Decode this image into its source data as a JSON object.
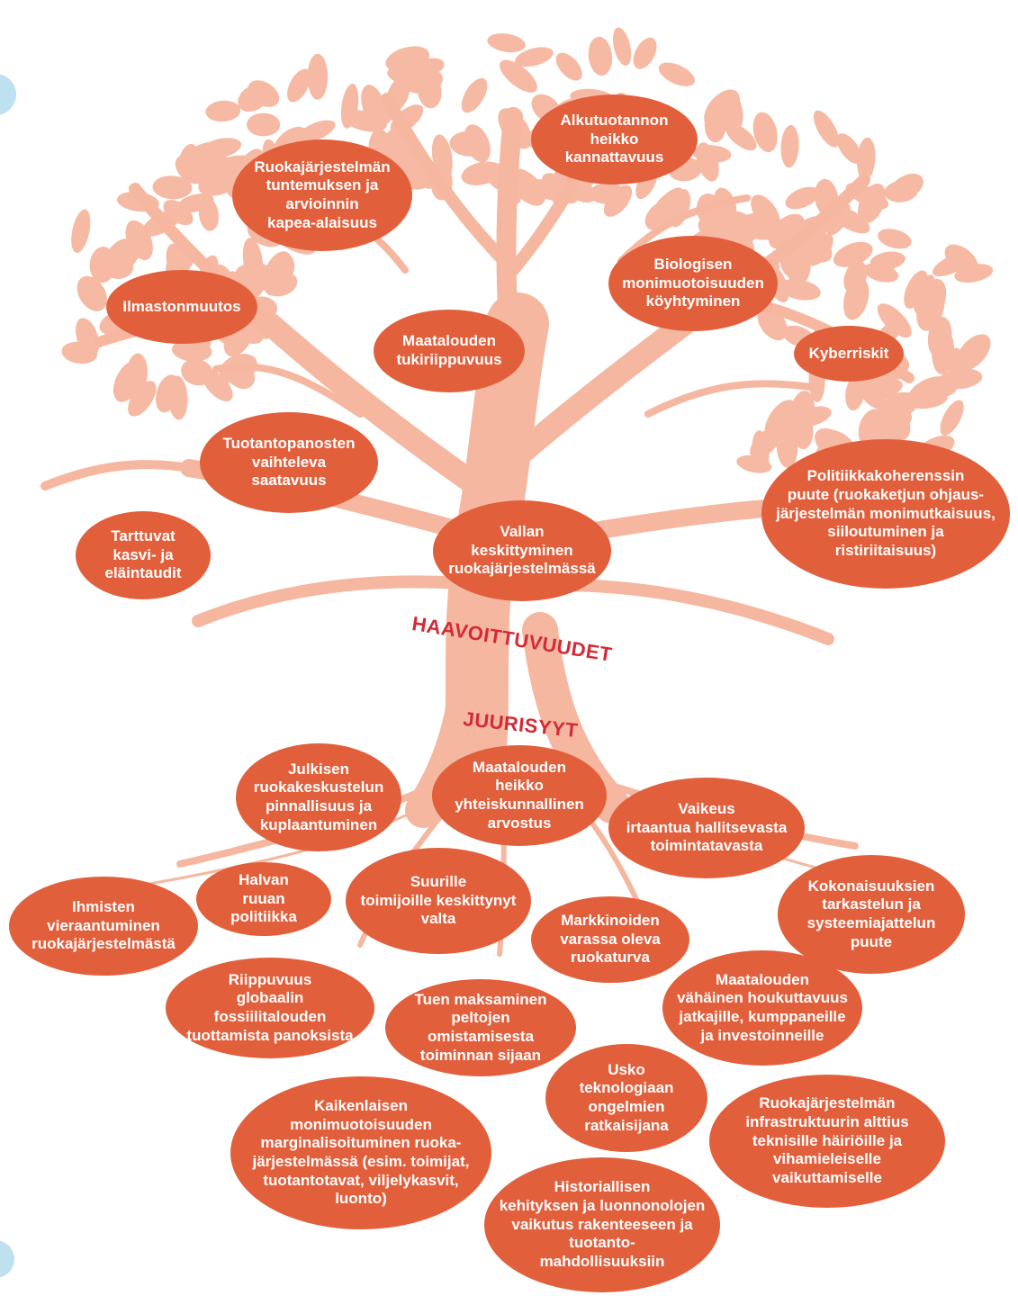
{
  "labels": {
    "vulnerabilities": "HAAVOITTUVUUDET",
    "root_causes": "JUURISYYT"
  },
  "vulnerabilities": [
    {
      "text": "Alkutuotannon\nheikko\nkannattavuus"
    },
    {
      "text": "Ruokajärjestelmän\ntuntemuksen ja\narvioinnin\nkapea-alaisuus"
    },
    {
      "text": "Biologisen\nmonimuotoisuuden\nköyhtyminen"
    },
    {
      "text": "Ilmastonmuutos"
    },
    {
      "text": "Maatalouden\ntukiriippuvuus"
    },
    {
      "text": "Kyberriskit"
    },
    {
      "text": "Tuotantopanosten\nvaihteleva\nsaatavuus"
    },
    {
      "text": "Politiikkakoherenssin\npuute (ruokaketjun ohjaus-\njärjestelmän monimutkaisuus,\nsiiloutuminen ja\nristiriitaisuus)"
    },
    {
      "text": "Tarttuvat\nkasvi- ja\neläintaudit"
    },
    {
      "text": "Vallan\nkeskittyminen\nruokajärjestelmässä"
    }
  ],
  "root_causes": [
    {
      "text": "Julkisen\nruokakeskustelun\npinnallisuus ja\nkuplaantuminen"
    },
    {
      "text": "Maatalouden\nheikko\nyhteiskunnallinen\narvostus"
    },
    {
      "text": "Vaikeus\nirtaantua hallitsevasta\ntoimintatavasta"
    },
    {
      "text": "Halvan\nruuan politiikka"
    },
    {
      "text": "Suurille\ntoimijoille keskittynyt\nvalta"
    },
    {
      "text": "Ihmisten\nvieraantuminen\nruokajärjestelmästä"
    },
    {
      "text": "Markkinoiden\nvarassa oleva\nruokaturva"
    },
    {
      "text": "Kokonaisuuksien\ntarkastelun ja\nsysteemiajattelun\npuute"
    },
    {
      "text": "Riippuvuus\nglobaalin fossiilitalouden\ntuottamista panoksista"
    },
    {
      "text": "Tuen maksaminen\npeltojen omistamisesta\ntoiminnan sijaan"
    },
    {
      "text": "Maatalouden\nvähäinen houkuttavuus\njatkajille, kumppaneille\nja investoinneille"
    },
    {
      "text": "Usko\nteknologiaan\nongelmien\nratkaisijana"
    },
    {
      "text": "Kaikenlaisen\nmonimuotoisuuden\nmarginalisoituminen ruoka-\njärjestelmässä (esim. toimijat,\ntuotantotavat, viljelykasvit,\nluonto)"
    },
    {
      "text": "Ruokajärjestelmän\ninfrastruktuurin alttius\nteknisille häiriöille ja\nvihamieleiselle\nvaikuttamiselle"
    },
    {
      "text": "Historiallisen\nkehityksen ja luonnonolojen\nvaikutus rakenteeseen ja\ntuotanto-\nmahdollisuuksiin"
    }
  ],
  "colors": {
    "node": "#e25f3c",
    "tree": "#f5b79f",
    "leaf": "#f6b9a3",
    "label": "#d42a36"
  }
}
